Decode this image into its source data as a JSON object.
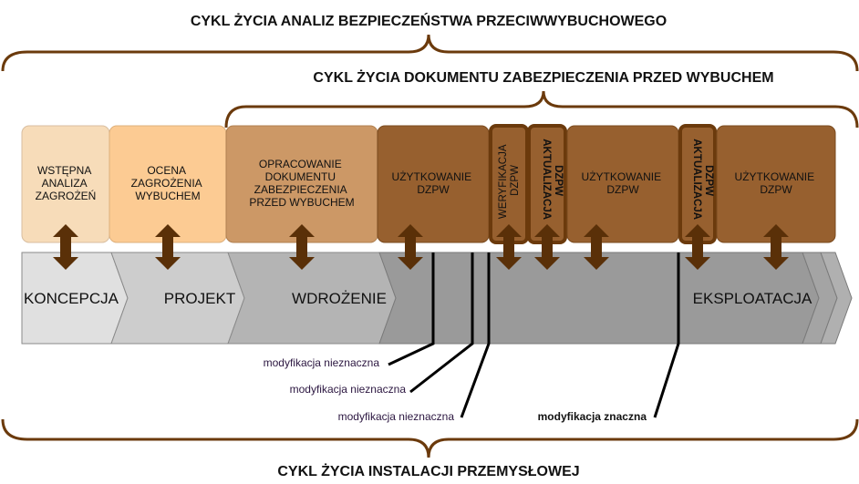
{
  "titles": {
    "top": "CYKL ŻYCIA ANALIZ BEZPIECZEŃSTWA PRZECIWWYBUCHOWEGO",
    "middle": "CYKL ŻYCIA DOKUMENTU ZABEZPIECZENIA PRZED WYBUCHEM",
    "bottom": "CYKL ŻYCIA INSTALACJI PRZEMYSŁOWEJ"
  },
  "boxes": {
    "b1": {
      "line1": "WSTĘPNA",
      "line2": "ANALIZA",
      "line3": "ZAGROŻEŃ",
      "color": "#f7dcb9"
    },
    "b2": {
      "line1": "OCENA",
      "line2": "ZAGROŻENIA",
      "line3": "WYBUCHEM",
      "color": "#fccb93"
    },
    "b3": {
      "line1": "OPRACOWANIE",
      "line2": "DOKUMENTU",
      "line3": "ZABEZPIECZENIA",
      "line4": "PRZED WYBUCHEM",
      "color": "#cc9866"
    },
    "b4": {
      "line1": "UŻYTKOWANIE",
      "line2": "DZPW",
      "color": "#97602f"
    },
    "b5": {
      "line1": "WERYFIKACJA",
      "line2": "DZPW",
      "color": "#97602f"
    },
    "b6": {
      "line1": "AKTUALIZACJA",
      "line2": "DZPW",
      "color": "#97602f"
    },
    "b7": {
      "line1": "UŻYTKOWANIE",
      "line2": "DZPW",
      "color": "#97602f"
    },
    "b8": {
      "line1": "AKTUALIZACJA",
      "line2": "DZPW",
      "color": "#97602f"
    },
    "b9": {
      "line1": "UŻYTKOWANIE",
      "line2": "DZPW",
      "color": "#97602f"
    }
  },
  "phases": {
    "p1": "KONCEPCJA",
    "p2": "PROJEKT",
    "p3": "WDROŻENIE",
    "p4": "EKSPLOATACJA"
  },
  "modifications": {
    "m1": "modyfikacja nieznaczna",
    "m2": "modyfikacja nieznaczna",
    "m3": "modyfikacja nieznaczna",
    "m4": "modyfikacja znaczna"
  },
  "colors": {
    "arrow": "#5a3008",
    "brace": "#6b3a0c",
    "box_border": "#6b3a0c"
  }
}
